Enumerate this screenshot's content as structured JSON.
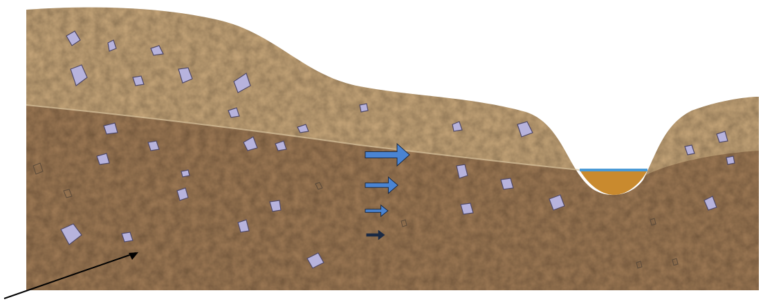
{
  "diagram": {
    "colors": {
      "background": "#ffffff",
      "upper_layer": "#c8a77a",
      "upper_layer_dark": "#a98c62",
      "lower_layer": "#a07b56",
      "lower_layer_dark": "#7e5f40",
      "pebble_fill": "#b7b3dd",
      "pebble_stroke": "#4f4866",
      "water_surface": "#4a9ad6",
      "water_sediment": "#c98a2e",
      "flow_arrow": "#4a84d2",
      "pointer_line": "#000000"
    },
    "flow_arrows": [
      {
        "name": "flow-arrow-large",
        "relative_strength": 1.0
      },
      {
        "name": "flow-arrow-medium",
        "relative_strength": 0.65
      },
      {
        "name": "flow-arrow-small",
        "relative_strength": 0.35
      },
      {
        "name": "flow-arrow-tiny",
        "relative_strength": 0.2
      }
    ]
  }
}
